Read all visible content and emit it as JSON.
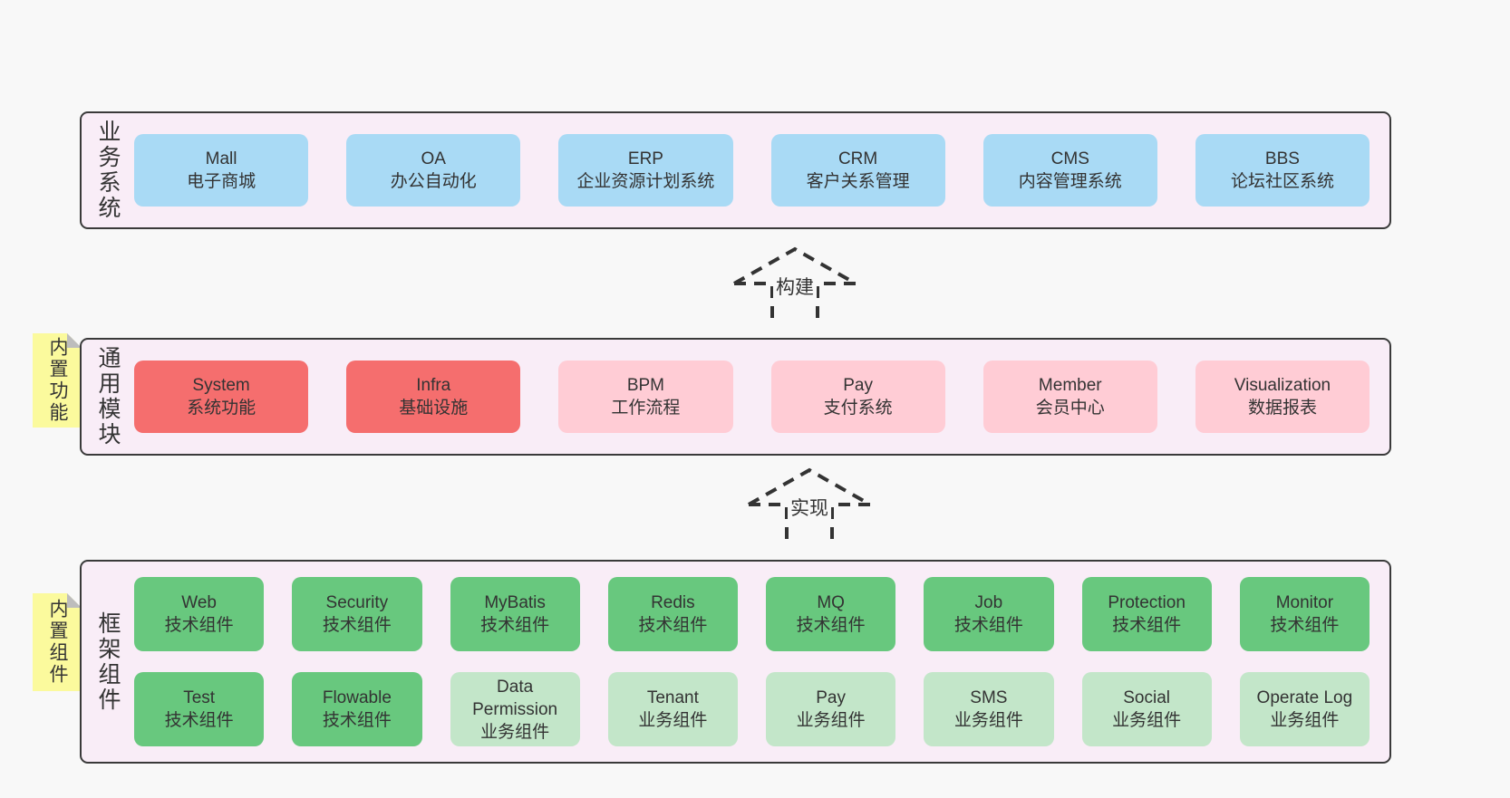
{
  "colors": {
    "pagebg": "#f8f8f8",
    "layerbg": "#f9edf7",
    "layerborder": "#3a3a3a",
    "blue": "#a9daf5",
    "red": "#f56e6e",
    "pink": "#ffccd5",
    "green": "#68c87e",
    "lightgreen": "#c3e6c9",
    "yellow": "#fbfa9d",
    "fold": "#bdbdbd",
    "arrow": "#333333",
    "text": "#333333"
  },
  "layers": {
    "business": {
      "label": "业务系统",
      "boxes": [
        {
          "title": "Mall",
          "subtitle": "电子商城",
          "variant": "blue"
        },
        {
          "title": "OA",
          "subtitle": "办公自动化",
          "variant": "blue"
        },
        {
          "title": "ERP",
          "subtitle": "企业资源计划系统",
          "variant": "blue"
        },
        {
          "title": "CRM",
          "subtitle": "客户关系管理",
          "variant": "blue"
        },
        {
          "title": "CMS",
          "subtitle": "内容管理系统",
          "variant": "blue"
        },
        {
          "title": "BBS",
          "subtitle": "论坛社区系统",
          "variant": "blue"
        }
      ]
    },
    "modules": {
      "label": "通用模块",
      "note": "内置功能",
      "boxes": [
        {
          "title": "System",
          "subtitle": "系统功能",
          "variant": "red"
        },
        {
          "title": "Infra",
          "subtitle": "基础设施",
          "variant": "red"
        },
        {
          "title": "BPM",
          "subtitle": "工作流程",
          "variant": "pink"
        },
        {
          "title": "Pay",
          "subtitle": "支付系统",
          "variant": "pink"
        },
        {
          "title": "Member",
          "subtitle": "会员中心",
          "variant": "pink"
        },
        {
          "title": "Visualization",
          "subtitle": "数据报表",
          "variant": "pink"
        }
      ]
    },
    "components": {
      "label": "框架组件",
      "note": "内置组件",
      "row1": [
        {
          "title": "Web",
          "subtitle": "技术组件",
          "variant": "green"
        },
        {
          "title": "Security",
          "subtitle": "技术组件",
          "variant": "green"
        },
        {
          "title": "MyBatis",
          "subtitle": "技术组件",
          "variant": "green"
        },
        {
          "title": "Redis",
          "subtitle": "技术组件",
          "variant": "green"
        },
        {
          "title": "MQ",
          "subtitle": "技术组件",
          "variant": "green"
        },
        {
          "title": "Job",
          "subtitle": "技术组件",
          "variant": "green"
        },
        {
          "title": "Protection",
          "subtitle": "技术组件",
          "variant": "green"
        },
        {
          "title": "Monitor",
          "subtitle": "技术组件",
          "variant": "green"
        }
      ],
      "row2": [
        {
          "title": "Test",
          "subtitle": "技术组件",
          "variant": "green"
        },
        {
          "title": "Flowable",
          "subtitle": "技术组件",
          "variant": "green"
        },
        {
          "title": "Data Permission",
          "subtitle": "业务组件",
          "variant": "lightgreen"
        },
        {
          "title": "Tenant",
          "subtitle": "业务组件",
          "variant": "lightgreen"
        },
        {
          "title": "Pay",
          "subtitle": "业务组件",
          "variant": "lightgreen"
        },
        {
          "title": "SMS",
          "subtitle": "业务组件",
          "variant": "lightgreen"
        },
        {
          "title": "Social",
          "subtitle": "业务组件",
          "variant": "lightgreen"
        },
        {
          "title": "Operate Log",
          "subtitle": "业务组件",
          "variant": "lightgreen"
        }
      ]
    }
  },
  "arrows": {
    "build": {
      "label": "构建"
    },
    "implement": {
      "label": "实现"
    }
  }
}
